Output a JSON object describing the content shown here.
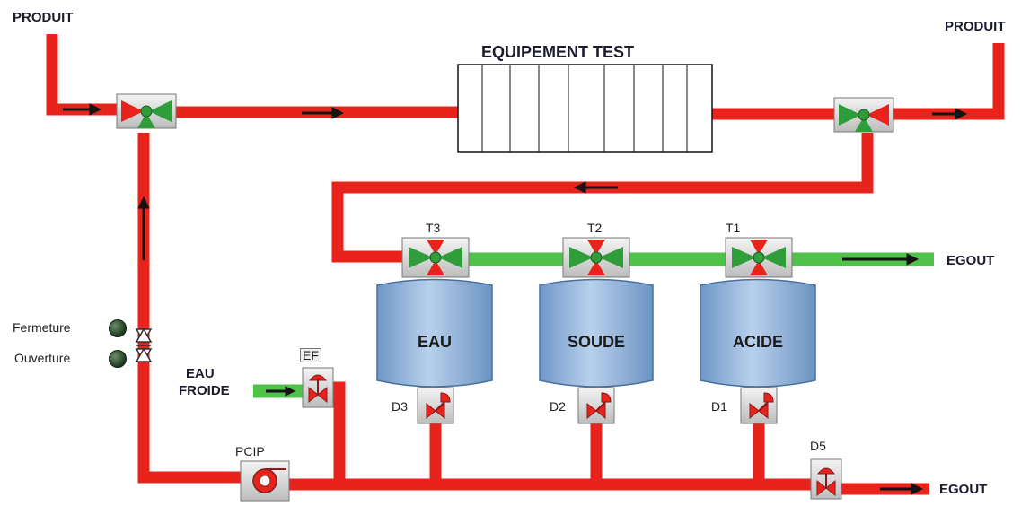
{
  "labels": {
    "produit_in": "PRODUIT",
    "produit_out": "PRODUIT",
    "equipement": "EQUIPEMENT TEST",
    "egout_top": "EGOUT",
    "egout_bottom": "EGOUT",
    "t3": "T3",
    "t2": "T2",
    "t1": "T1",
    "d3": "D3",
    "d2": "D2",
    "d1": "D1",
    "d5": "D5",
    "ef": "EF",
    "pcip": "PCIP",
    "eau_froide_1": "EAU",
    "eau_froide_2": "FROIDE",
    "fermeture": "Fermeture",
    "ouverture": "Ouverture"
  },
  "tanks": [
    {
      "name": "EAU"
    },
    {
      "name": "SOUDE"
    },
    {
      "name": "ACIDE"
    }
  ],
  "colors": {
    "pipe_hot": "#e8231c",
    "pipe_water": "#4fc24a",
    "tank": "#8fb2d8",
    "valve_red": "#e8231c",
    "valve_green": "#2f9e3a"
  }
}
